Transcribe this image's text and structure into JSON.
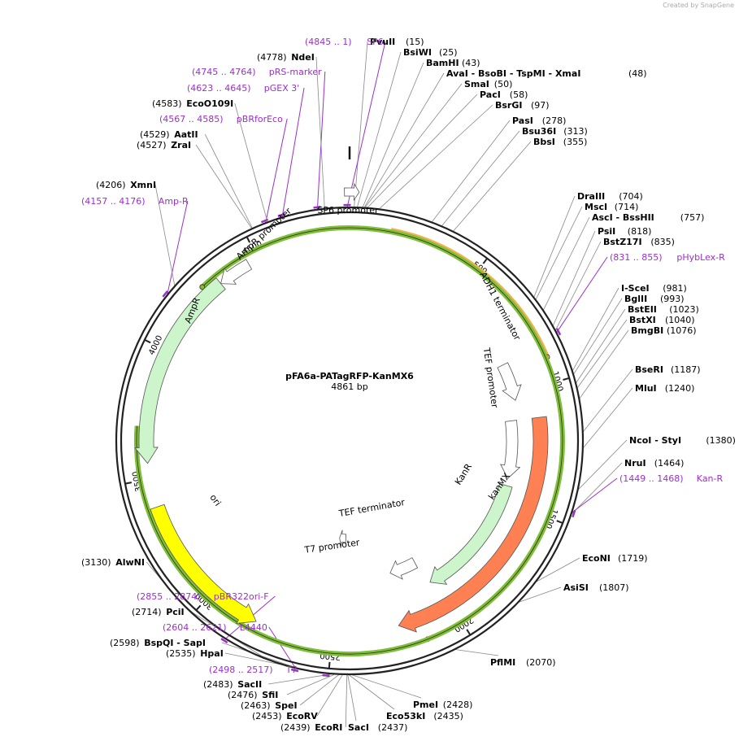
{
  "credit": "Created by SnapGene",
  "plasmid": {
    "name": "pFA6a-PATagRFP-KanMX6",
    "size_text": "4861 bp",
    "length": 4861
  },
  "ticks": [
    "500",
    "1000",
    "1500",
    "2000",
    "2500",
    "3000",
    "3500",
    "4000",
    "4500"
  ],
  "features": [
    {
      "name": "SP6 promoter",
      "color": "#ffffff"
    },
    {
      "name": "AmpR promoter",
      "color": "#ffffff"
    },
    {
      "name": "AmpR",
      "color": "#ccf5cc"
    },
    {
      "name": "ADH1 terminator",
      "color": "#ffffff"
    },
    {
      "name": "TEF promoter",
      "color": "#ffffff"
    },
    {
      "name": "KanR",
      "color": "#ccf5cc"
    },
    {
      "name": "kanMX",
      "color": "#ff8052"
    },
    {
      "name": "TEF terminator",
      "color": "#ffffff"
    },
    {
      "name": "T7 promoter",
      "color": "#ffffff"
    },
    {
      "name": "ori",
      "color": "#ffff00"
    }
  ],
  "outer_arcs": [
    {
      "color": "#f2b24b"
    },
    {
      "color": "#f2b24b"
    },
    {
      "color": "#7cbf3a"
    }
  ],
  "labels": [
    {
      "enzyme": "PvuII",
      "pos": "(15)",
      "primer": false
    },
    {
      "enzyme": "BsiWI",
      "pos": "(25)",
      "primer": false
    },
    {
      "enzyme": "BamHI",
      "pos": "(43)",
      "primer": false
    },
    {
      "enzyme": "AvaI  - BsoBI  - TspMI  - XmaI",
      "pos": "(48)",
      "primer": false
    },
    {
      "enzyme": "SmaI",
      "pos": "(50)",
      "primer": false
    },
    {
      "enzyme": "PacI",
      "pos": "(58)",
      "primer": false
    },
    {
      "enzyme": "BsrGI",
      "pos": "(97)",
      "primer": false
    },
    {
      "enzyme": "PasI",
      "pos": "(278)",
      "primer": false
    },
    {
      "enzyme": "Bsu36I",
      "pos": "(313)",
      "primer": false
    },
    {
      "enzyme": "BbsI",
      "pos": "(355)",
      "primer": false
    },
    {
      "enzyme": "DraIII",
      "pos": "(704)",
      "primer": false
    },
    {
      "enzyme": "MscI",
      "pos": "(714)",
      "primer": false
    },
    {
      "enzyme": "AscI  - BssHII",
      "pos": "(757)",
      "primer": false
    },
    {
      "enzyme": "PsiI",
      "pos": "(818)",
      "primer": false
    },
    {
      "enzyme": "BstZ17I",
      "pos": "(835)",
      "primer": false
    },
    {
      "enzyme": "pHybLex-R",
      "pos": "(831 .. 855)",
      "primer": true
    },
    {
      "enzyme": "I-SceI",
      "pos": "(981)",
      "primer": false
    },
    {
      "enzyme": "BglII",
      "pos": "(993)",
      "primer": false
    },
    {
      "enzyme": "BstEII",
      "pos": "(1023)",
      "primer": false
    },
    {
      "enzyme": "BstXI",
      "pos": "(1040)",
      "primer": false
    },
    {
      "enzyme": "BmgBI",
      "pos": "(1076)",
      "primer": false
    },
    {
      "enzyme": "BseRI",
      "pos": "(1187)",
      "primer": false
    },
    {
      "enzyme": "MluI",
      "pos": "(1240)",
      "primer": false
    },
    {
      "enzyme": "NcoI  - StyI",
      "pos": "(1380)",
      "primer": false
    },
    {
      "enzyme": "NruI",
      "pos": "(1464)",
      "primer": false
    },
    {
      "enzyme": "Kan-R",
      "pos": "(1449 .. 1468)",
      "primer": true
    },
    {
      "enzyme": "EcoNI",
      "pos": "(1719)",
      "primer": false
    },
    {
      "enzyme": "AsiSI",
      "pos": "(1807)",
      "primer": false
    },
    {
      "enzyme": "PflMI",
      "pos": "(2070)",
      "primer": false
    },
    {
      "enzyme": "PmeI",
      "pos": "(2428)",
      "primer": false
    },
    {
      "enzyme": "Eco53kI",
      "pos": "(2435)",
      "primer": false
    },
    {
      "enzyme": "SacI",
      "pos": "(2437)",
      "primer": false
    },
    {
      "enzyme": "EcoRI",
      "pos": "(2439)",
      "primer": false
    },
    {
      "enzyme": "EcoRV",
      "pos": "(2453)",
      "primer": false
    },
    {
      "enzyme": "SpeI",
      "pos": "(2463)",
      "primer": false
    },
    {
      "enzyme": "SfiI",
      "pos": "(2476)",
      "primer": false
    },
    {
      "enzyme": "SacII",
      "pos": "(2483)",
      "primer": false
    },
    {
      "enzyme": "T7",
      "pos": "(2498 .. 2517)",
      "primer": true
    },
    {
      "enzyme": "BspQI  - SapI",
      "pos": "(2598)",
      "primer": false
    },
    {
      "enzyme": "HpaI",
      "pos": "(2535)",
      "primer": false
    },
    {
      "enzyme": "L4440",
      "pos": "(2604 .. 2621)",
      "primer": true
    },
    {
      "enzyme": "PciI",
      "pos": "(2714)",
      "primer": false
    },
    {
      "enzyme": "pBR322ori-F",
      "pos": "(2855 .. 2874)",
      "primer": true
    },
    {
      "enzyme": "AlwNI",
      "pos": "(3130)",
      "primer": false
    },
    {
      "enzyme": "Amp-R",
      "pos": "(4157 .. 4176)",
      "primer": true
    },
    {
      "enzyme": "XmnI",
      "pos": "(4206)",
      "primer": false
    },
    {
      "enzyme": "ZraI",
      "pos": "(4527)",
      "primer": false
    },
    {
      "enzyme": "AatII",
      "pos": "(4529)",
      "primer": false
    },
    {
      "enzyme": "pBRforEco",
      "pos": "(4567 .. 4585)",
      "primer": true
    },
    {
      "enzyme": "EcoO109I",
      "pos": "(4583)",
      "primer": false
    },
    {
      "enzyme": "pGEX 3'",
      "pos": "(4623 .. 4645)",
      "primer": true
    },
    {
      "enzyme": "pRS-marker",
      "pos": "(4745 .. 4764)",
      "primer": true
    },
    {
      "enzyme": "NdeI",
      "pos": "(4778)",
      "primer": false
    },
    {
      "enzyme": "SP6",
      "pos": "(4845 .. 1)",
      "primer": true
    }
  ]
}
